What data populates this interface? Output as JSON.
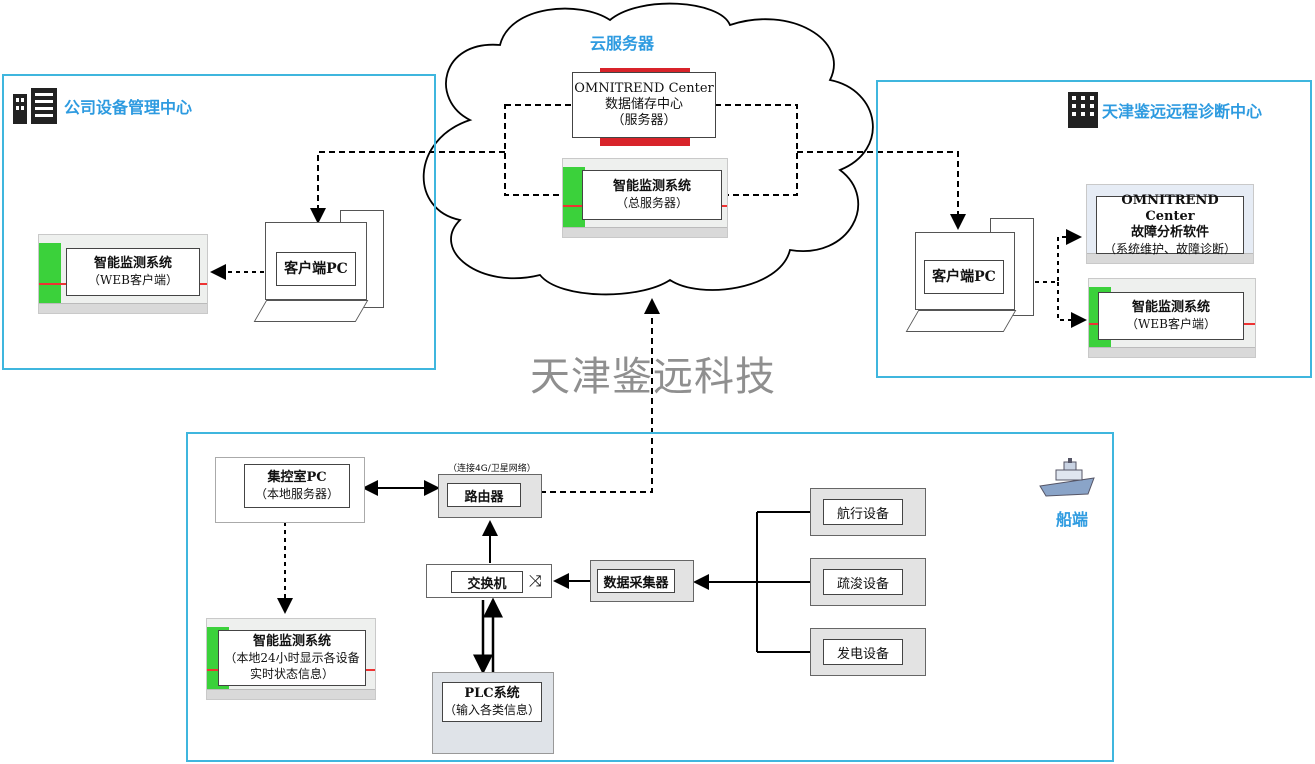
{
  "cloud": {
    "title": "云服务器",
    "omnitrend_server": {
      "line1": "OMNITREND Center",
      "line2": "数据储存中心",
      "line3": "（服务器）"
    },
    "main_server": {
      "line1": "智能监测系统",
      "line2": "（总服务器）"
    }
  },
  "company_center": {
    "title": "公司设备管理中心",
    "client_pc": "客户端PC",
    "web_client": {
      "line1": "智能监测系统",
      "line2": "（WEB客户端）"
    }
  },
  "tianjin_center": {
    "title": "天津鉴远远程诊断中心",
    "client_pc": "客户端PC",
    "omnitrend_software": {
      "line1": "OMNITREND Center",
      "line2": "故障分析软件",
      "line3": "（系统维护、故障诊断）"
    },
    "web_client": {
      "line1": "智能监测系统",
      "line2": "（WEB客户端）"
    }
  },
  "watermark": "天津鉴远科技",
  "ship": {
    "title": "船端",
    "control_room_pc": {
      "line1": "集控室PC",
      "line2": "（本地服务器）"
    },
    "router_caption": "（连接4G/卫星网络）",
    "router": "路由器",
    "switch": "交换机",
    "data_collector": "数据采集器",
    "local_system": {
      "line1": "智能监测系统",
      "line2": "（本地24小时显示各设备",
      "line3": "实时状态信息）"
    },
    "plc": {
      "line1": "PLC系统",
      "line2": "（输入各类信息）"
    },
    "equipment": [
      "航行设备",
      "疏浚设备",
      "发电设备"
    ]
  }
}
